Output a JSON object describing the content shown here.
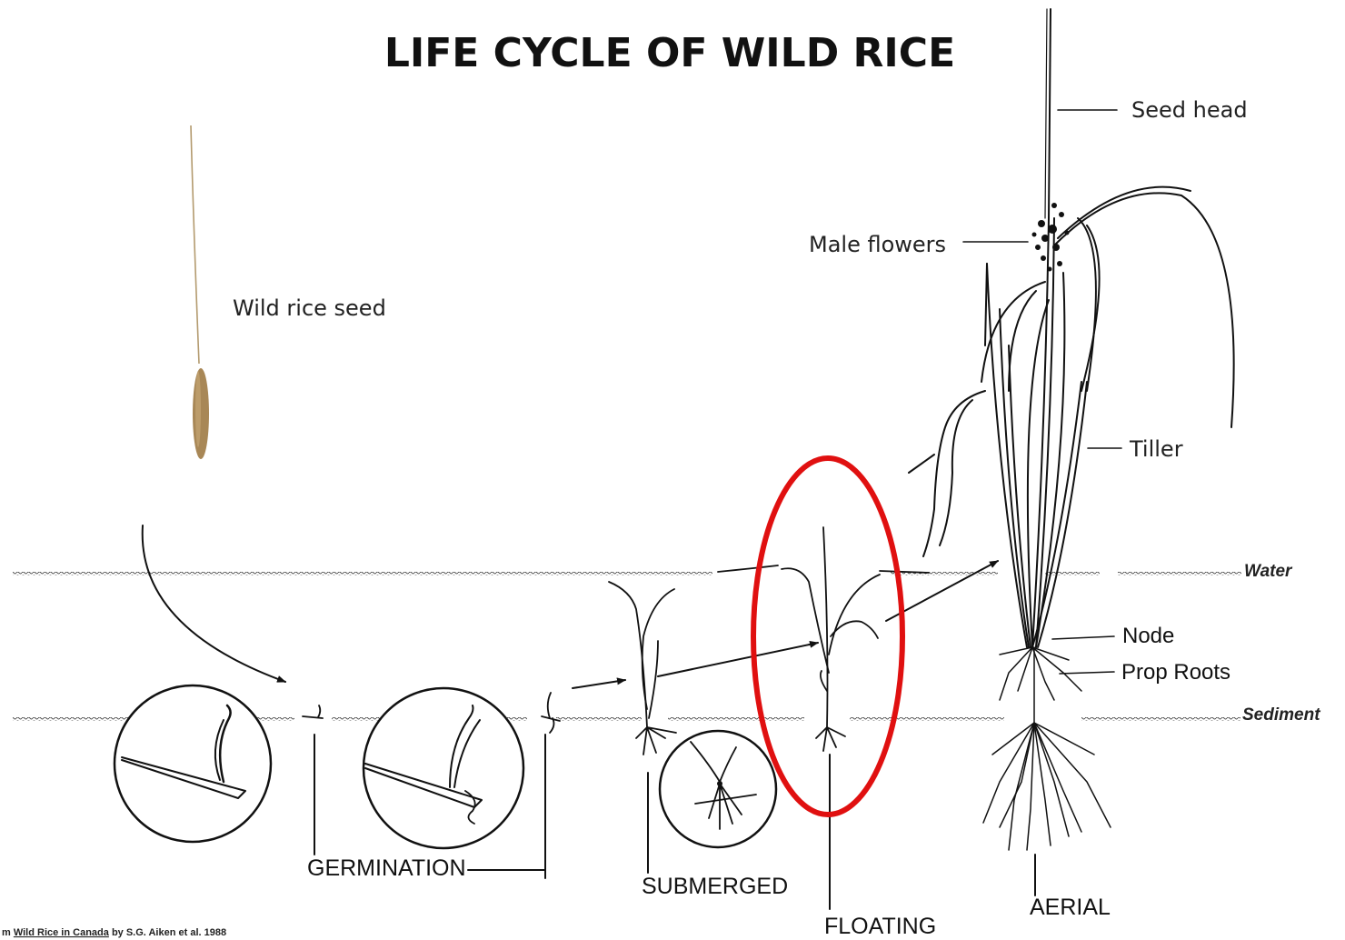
{
  "title": "LIFE CYCLE OF WILD RICE",
  "labels": {
    "seed": "Wild rice seed",
    "seed_head": "Seed head",
    "male_flowers": "Male flowers",
    "tiller": "Tiller",
    "water": "Water",
    "node": "Node",
    "prop_roots": "Prop Roots",
    "sediment": "Sediment"
  },
  "stages": {
    "germination": "GERMINATION",
    "submerged": "SUBMERGED",
    "floating": "FLOATING",
    "aerial": "AERIAL"
  },
  "credit": {
    "prefix": "m ",
    "book": "Wild Rice in Canada",
    "suffix": " by S.G. Aiken et al. 1988"
  },
  "colors": {
    "highlight": "#e01010",
    "seed": "#a88756",
    "ink": "#111111"
  }
}
